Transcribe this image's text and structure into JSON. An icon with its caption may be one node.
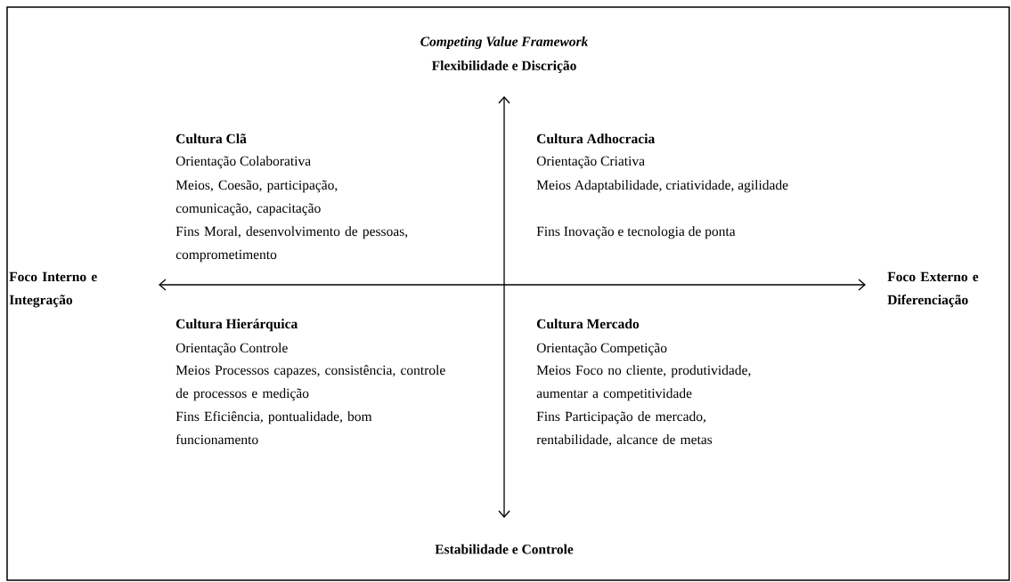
{
  "diagram": {
    "title": "Competing Value Framework",
    "labels": [
      "Flexibilidade e Discrição",
      "Cultura Clã",
      "Orientação Colaborativa",
      "Meios, Coesão, participação, comunicação, capacitação",
      "Fins Moral, desenvolvimento de pessoas, comprometimento",
      "Cultura Adhocracia",
      "Orientação Criativa",
      "Meios Adaptabilidade, criatividade, agilidade",
      "Fins Inovação e tecnologia de ponta",
      "Foco Interno e Integração",
      "Foco Externo e Diferenciação",
      "Cultura Hierárquica",
      "Orientação Controle",
      "Meios Processos capazes, consistência, controle de processos e medição",
      "Fins Eficiência, pontualidade, bom funcionamento",
      "Cultura Mercado",
      "Orientação Competição",
      "Meios Foco no cliente, produtividade, aumentar a competitividade",
      "Fins Participação de mercado, rentabilidade, alcance de metas",
      "Estabilidade e Controle"
    ]
  }
}
